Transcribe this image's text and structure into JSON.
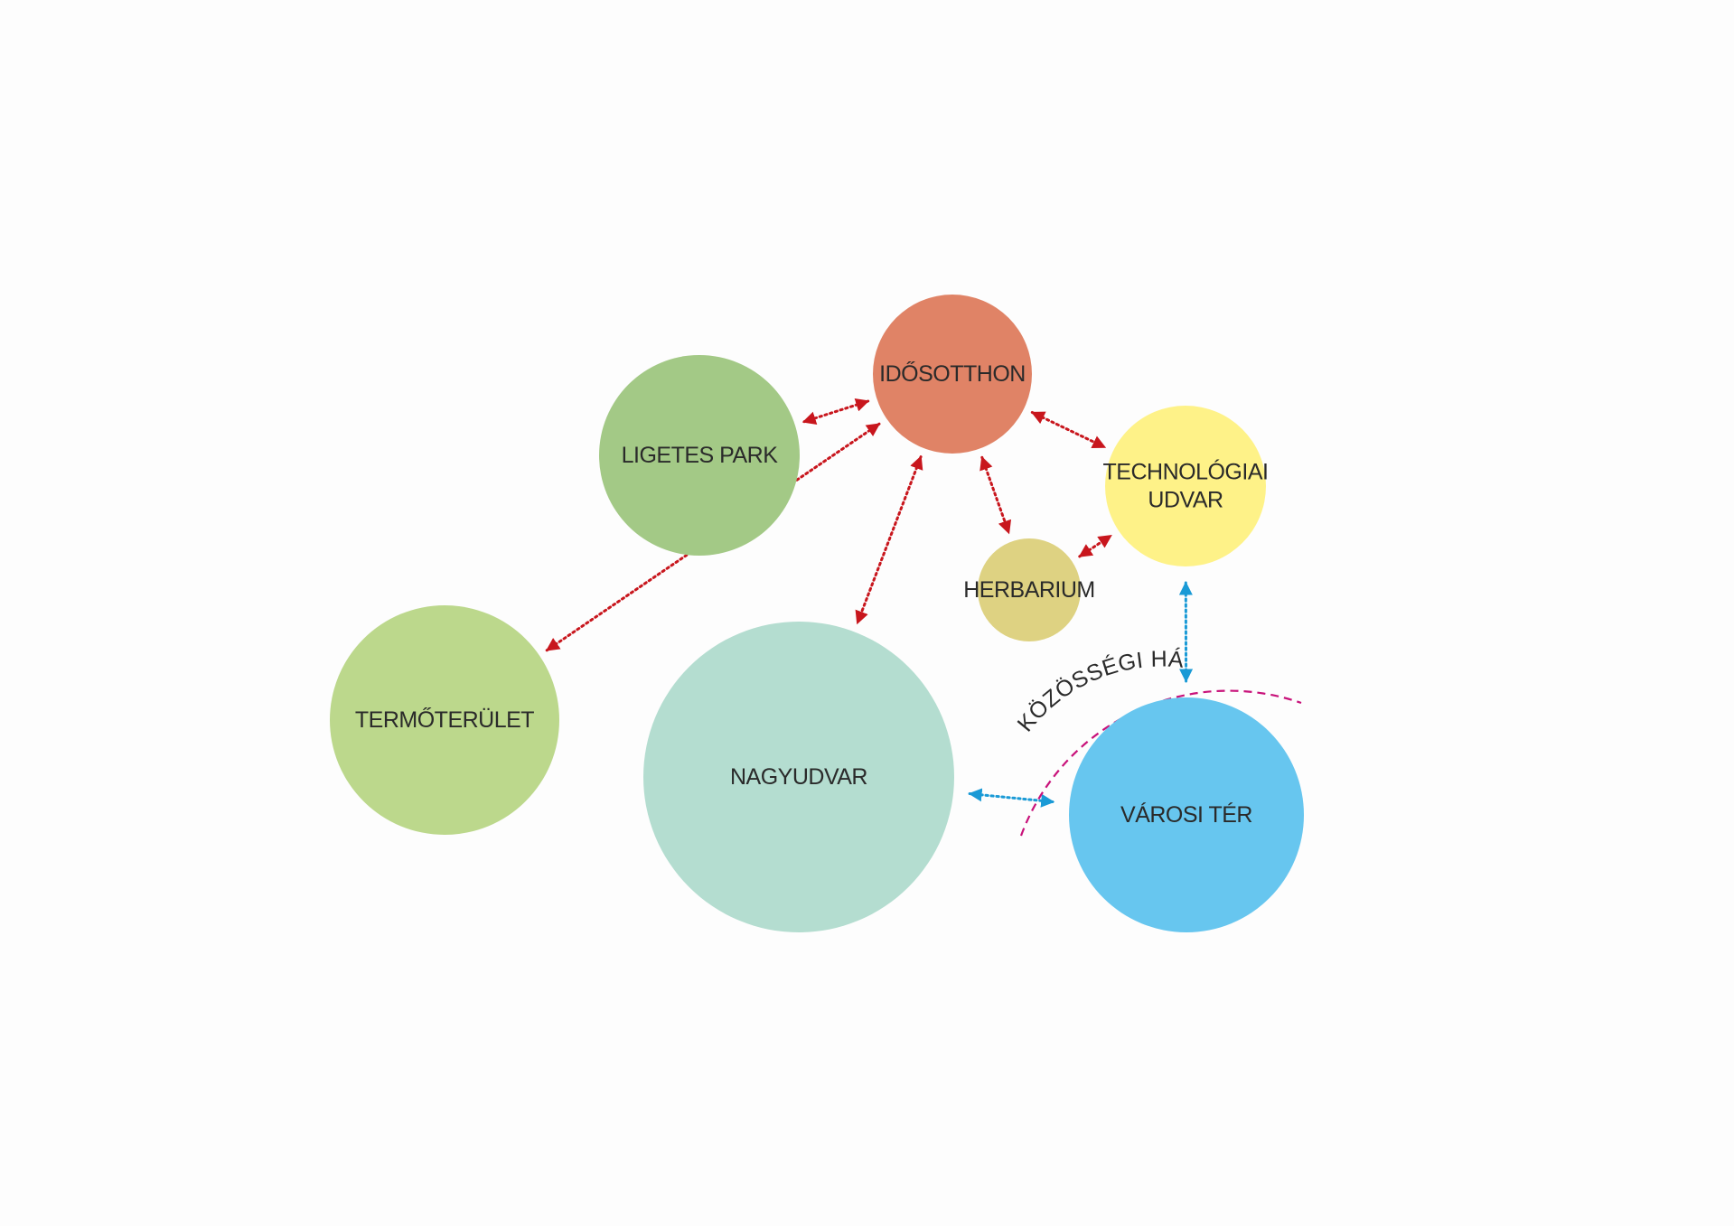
{
  "colors": {
    "background": "#fdfdfd",
    "red_link": "#c8161d",
    "blue_link": "#1a9ad6",
    "boundary": "#c8127a"
  },
  "nodes": [
    {
      "id": "idosotthon",
      "lines": [
        "IDŐSOTTHON"
      ],
      "color": "#e08366"
    },
    {
      "id": "ligetes-park",
      "lines": [
        "LIGETES PARK"
      ],
      "color": "#a3c986"
    },
    {
      "id": "technologiai-udvar",
      "lines": [
        "TECHNOLÓGIAI",
        "UDVAR"
      ],
      "color": "#fef288"
    },
    {
      "id": "herbarium",
      "lines": [
        "HERBARIUM"
      ],
      "color": "#ded282"
    },
    {
      "id": "termoterulet",
      "lines": [
        "TERMŐTERÜLET"
      ],
      "color": "#bcd88c"
    },
    {
      "id": "nagyudvar",
      "lines": [
        "NAGYUDVAR"
      ],
      "color": "#b4ddd0"
    },
    {
      "id": "varosi-ter",
      "lines": [
        "VÁROSI TÉR"
      ],
      "color": "#67c6ef"
    }
  ],
  "links": [
    {
      "from": "idosotthon",
      "to": "ligetes-park",
      "style": "red"
    },
    {
      "from": "idosotthon",
      "to": "technologiai-udvar",
      "style": "red"
    },
    {
      "from": "idosotthon",
      "to": "herbarium",
      "style": "red"
    },
    {
      "from": "idosotthon",
      "to": "nagyudvar",
      "style": "red"
    },
    {
      "from": "idosotthon",
      "to": "termoterulet",
      "style": "red"
    },
    {
      "from": "herbarium",
      "to": "technologiai-udvar",
      "style": "red"
    },
    {
      "from": "technologiai-udvar",
      "to": "varosi-ter",
      "style": "blue"
    },
    {
      "from": "nagyudvar",
      "to": "varosi-ter",
      "style": "blue"
    }
  ],
  "boundary": {
    "label": "KÖZÖSSÉGI HÁZ"
  }
}
